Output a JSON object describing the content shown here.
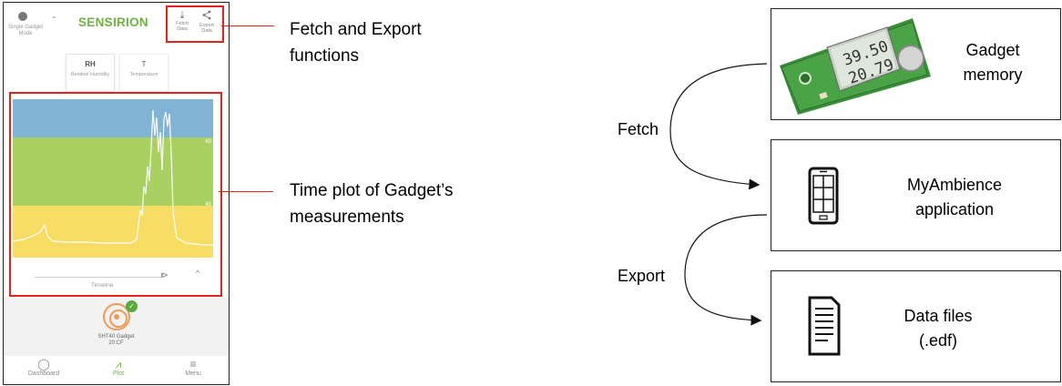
{
  "phone": {
    "mode_label": "Single Gadget Mode",
    "brand": "SENSIRION",
    "fetch_label": "Fetch Data",
    "export_label": "Export Data",
    "segments": [
      {
        "key": "RH",
        "desc": "Relative Humidity",
        "selected": true
      },
      {
        "key": "T",
        "desc": "Temperature",
        "selected": false
      }
    ],
    "plot": {
      "y_ticks": [
        "60",
        "40"
      ],
      "band_colors": [
        "#80b3d4",
        "#a8d162",
        "#f7dd63"
      ],
      "line_color": "#ffffff"
    },
    "timeline_label": "Timeline",
    "gadget": {
      "name_line1": "SHT40 Gadget",
      "name_line2": "20:CF",
      "status_color": "#56ab3c"
    },
    "nav": [
      {
        "label": "Dashboard",
        "icon": "dashboard-icon",
        "active": false
      },
      {
        "label": "Plot",
        "icon": "plot-icon",
        "active": true
      },
      {
        "label": "Menu",
        "icon": "menu-icon",
        "active": false
      }
    ],
    "accent_color": "#6cb340",
    "highlight_color": "#e2231a"
  },
  "callouts": {
    "fetch_export": {
      "line1": "Fetch and Export",
      "line2": "functions"
    },
    "time_plot": {
      "line1": "Time plot of Gadget’s",
      "line2": "measurements"
    }
  },
  "flow": {
    "gadget_memory": {
      "line1": "Gadget",
      "line2": "memory",
      "icon": "sensor-board-icon"
    },
    "app": {
      "line1": "MyAmbience",
      "line2": "application",
      "icon": "smartphone-icon"
    },
    "data_files": {
      "line1": "Data files",
      "line2": "(.edf)",
      "icon": "document-icon"
    },
    "fetch_label": "Fetch",
    "export_label": "Export",
    "board_readings": {
      "humidity": "39.50",
      "temperature": "20.79"
    }
  }
}
